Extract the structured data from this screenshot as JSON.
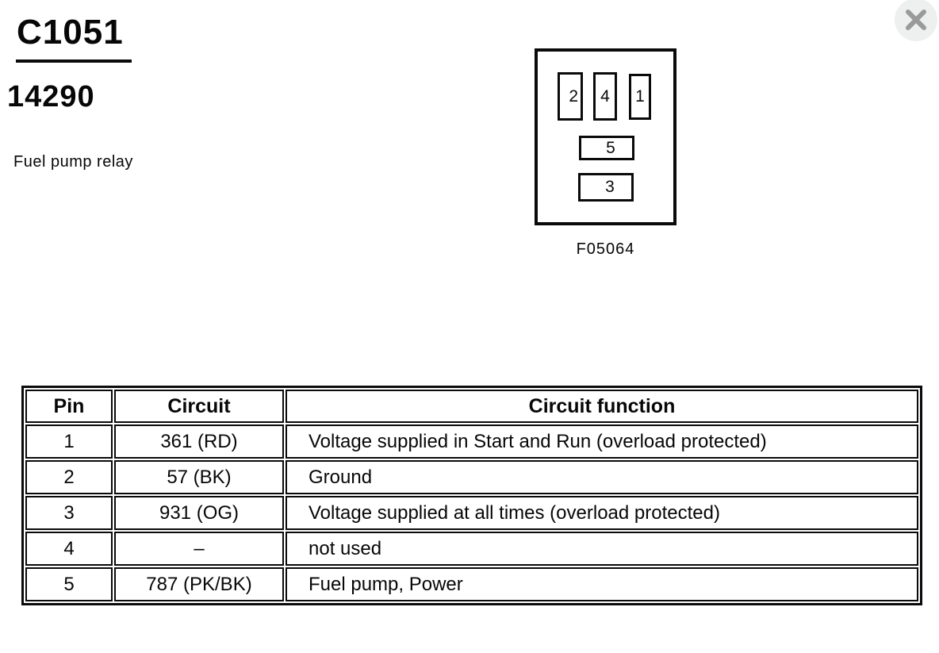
{
  "header": {
    "connector_id": "C1051",
    "part_number": "14290",
    "description": "Fuel pump relay"
  },
  "close_button": {
    "icon": "close-x",
    "circle_color": "#eeefef",
    "x_color": "#9a9a9a"
  },
  "connector_diagram": {
    "figure_label": "F05064",
    "pins": [
      {
        "label": "2"
      },
      {
        "label": "4"
      },
      {
        "label": "1"
      },
      {
        "label": "5"
      },
      {
        "label": "3"
      }
    ]
  },
  "pin_table": {
    "columns": [
      "Pin",
      "Circuit",
      "Circuit function"
    ],
    "rows": [
      {
        "pin": "1",
        "circuit": "361 (RD)",
        "function": "Voltage supplied in Start and Run (overload protected)"
      },
      {
        "pin": "2",
        "circuit": "57 (BK)",
        "function": "Ground"
      },
      {
        "pin": "3",
        "circuit": "931 (OG)",
        "function": "Voltage supplied at all times (overload protected)"
      },
      {
        "pin": "4",
        "circuit": "–",
        "function": "not used"
      },
      {
        "pin": "5",
        "circuit": "787 (PK/BK)",
        "function": "Fuel pump, Power"
      }
    ]
  }
}
